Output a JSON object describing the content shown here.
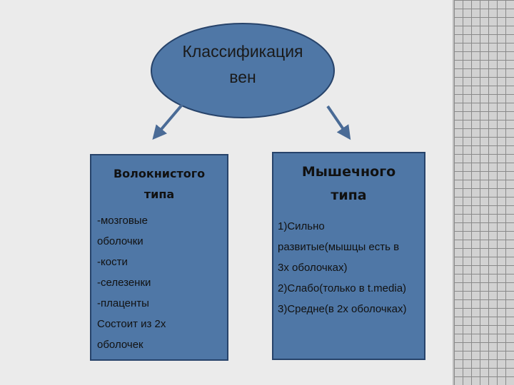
{
  "root": {
    "title_line1": "Классификация",
    "title_line2": "вен"
  },
  "left": {
    "title_line1": "Волокнистого",
    "title_line2": "типа",
    "items": [
      "-мозговые",
      "оболочки",
      "-кости",
      "-селезенки",
      "-плаценты",
      "Состоит из 2х",
      "оболочек"
    ]
  },
  "right": {
    "title_line1": "Мышечного",
    "title_line2": "типа",
    "items": [
      "1)Сильно",
      "развитые(мышцы есть в",
      "3х оболочках)",
      "2)Слабо(только в t.media)",
      "3)Средне(в 2х оболочках)"
    ]
  },
  "colors": {
    "node_fill": "#4f77a6",
    "node_border": "#27436a",
    "arrow": "#4a6b96",
    "background": "#ebebeb"
  }
}
